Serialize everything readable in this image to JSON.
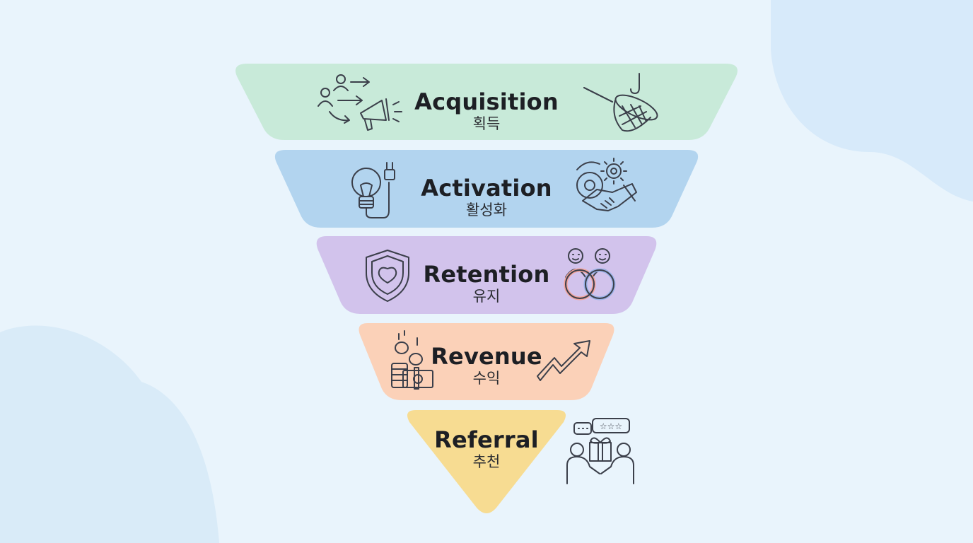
{
  "funnel": {
    "stages": [
      {
        "title": "Acquisition",
        "subtitle": "획득",
        "color": "#c8ead9",
        "left_icon": "audience-megaphone-icon",
        "right_icon": "fishing-net-icon"
      },
      {
        "title": "Activation",
        "subtitle": "활성화",
        "color": "#b2d4ef",
        "left_icon": "lightbulb-plug-icon",
        "right_icon": "handshake-gears-icon"
      },
      {
        "title": "Retention",
        "subtitle": "유지",
        "color": "#d2c3ec",
        "left_icon": "shield-heart-icon",
        "right_icon": "linked-rings-people-icon"
      },
      {
        "title": "Revenue",
        "subtitle": "수익",
        "color": "#fbd1b8",
        "left_icon": "coins-money-icon",
        "right_icon": "trend-up-arrow-icon"
      },
      {
        "title": "Referral",
        "subtitle": "추천",
        "color": "#f7dc92",
        "left_icon": "",
        "right_icon": "people-gift-review-icon"
      }
    ]
  }
}
